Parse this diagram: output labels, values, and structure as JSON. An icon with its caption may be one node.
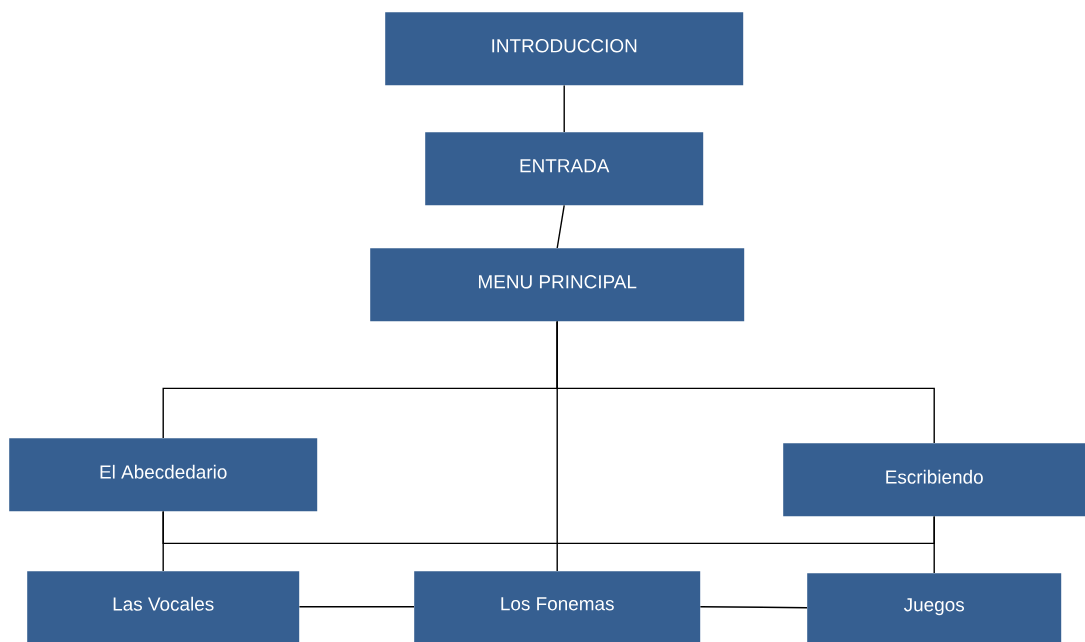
{
  "diagram": {
    "nodes": [
      {
        "text": [
          "INTRODUCCION"
        ]
      },
      {
        "text": [
          "ENTRADA"
        ]
      },
      {
        "text": [
          "MENU PRINCIPAL"
        ]
      },
      {
        "text": [
          "El Abecdedario"
        ]
      },
      {
        "text": [
          "Escribiendo"
        ]
      },
      {
        "text": [
          "Las Vocales"
        ]
      },
      {
        "text": [
          "Los Fonemas"
        ]
      },
      {
        "text": [
          "Juegos"
        ]
      }
    ],
    "edges": [
      {
        "from": 0,
        "to": 1,
        "arrow": "none"
      },
      {
        "from": 1,
        "to": 2,
        "arrow": "none"
      },
      {
        "from": 2,
        "to": 3,
        "arrow": "none"
      },
      {
        "from": 2,
        "to": 6,
        "arrow": "none"
      },
      {
        "from": 2,
        "to": 4,
        "arrow": "none"
      },
      {
        "from": 3,
        "to": 5,
        "arrow": "none"
      },
      {
        "from": 4,
        "to": 7,
        "arrow": "none"
      },
      {
        "from": 3,
        "to": 4,
        "arrow": "none"
      },
      {
        "from": 5,
        "to": 6,
        "arrow": "none"
      },
      {
        "from": 6,
        "to": 7,
        "arrow": "none"
      }
    ]
  }
}
